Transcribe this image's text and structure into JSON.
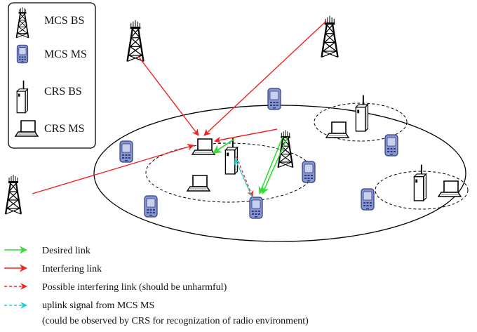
{
  "legend_box": {
    "items": [
      {
        "label": "MCS BS",
        "icon": "mcs-bs-tower-icon"
      },
      {
        "label": "MCS MS",
        "icon": "mcs-ms-phone-icon"
      },
      {
        "label": "CRS BS",
        "icon": "crs-bs-router-icon"
      },
      {
        "label": "CRS MS",
        "icon": "crs-ms-laptop-icon"
      }
    ]
  },
  "link_legend": [
    {
      "label": "Desired link",
      "color": "#33dd33",
      "style": "solid"
    },
    {
      "label": "Interfering link",
      "color": "#ee2222",
      "style": "solid"
    },
    {
      "label": "Possible interfering link (should be unharmful)",
      "color": "#ee2222",
      "style": "dashed"
    },
    {
      "label": "uplink signal from MCS MS",
      "color": "#22cccc",
      "style": "dashed"
    }
  ],
  "link_legend_note": "(could be observed by CRS for recognization of radio environment)",
  "colors": {
    "desired": "#33dd33",
    "interfering": "#ee2222",
    "uplink": "#22cccc",
    "phone_body": "#8a96c8",
    "phone_dark": "#2b3a8c"
  }
}
